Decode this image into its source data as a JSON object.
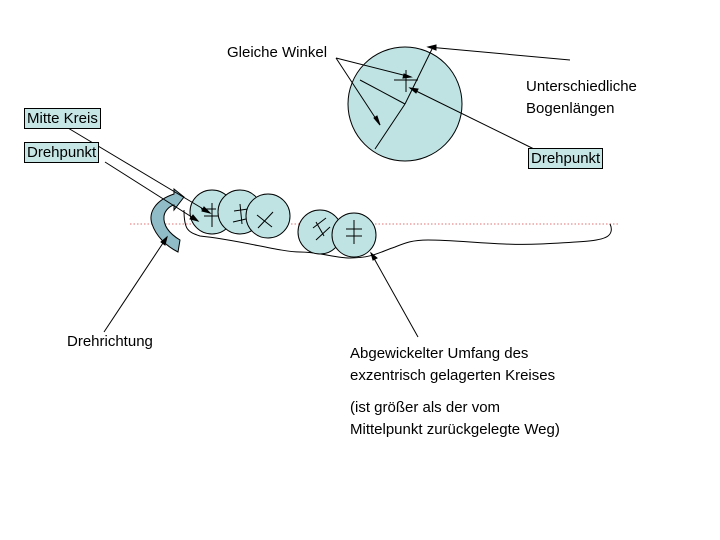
{
  "labels": {
    "gleiche_winkel": "Gleiche Winkel",
    "unterschiedliche": [
      "Unterschiedliche",
      "Bogenlängen"
    ],
    "mitte_kreis": "Mitte Kreis",
    "drehpunkt_left": "Drehpunkt",
    "drehpunkt_right": "Drehpunkt",
    "drehrichtung": "Drehrichtung",
    "abgewickelter": [
      "Abgewickelter Umfang des",
      "exzentrisch gelagerten Kreises"
    ],
    "hinweis": [
      "(ist größer als der vom",
      "Mittelpunkt zurückgelegte Weg)"
    ]
  },
  "colors": {
    "circle_fill": "#bfe3e3",
    "label_box_fill": "#c6e6e6",
    "baseline": "#e07070",
    "arrow_fill": "#8fbcc6"
  }
}
